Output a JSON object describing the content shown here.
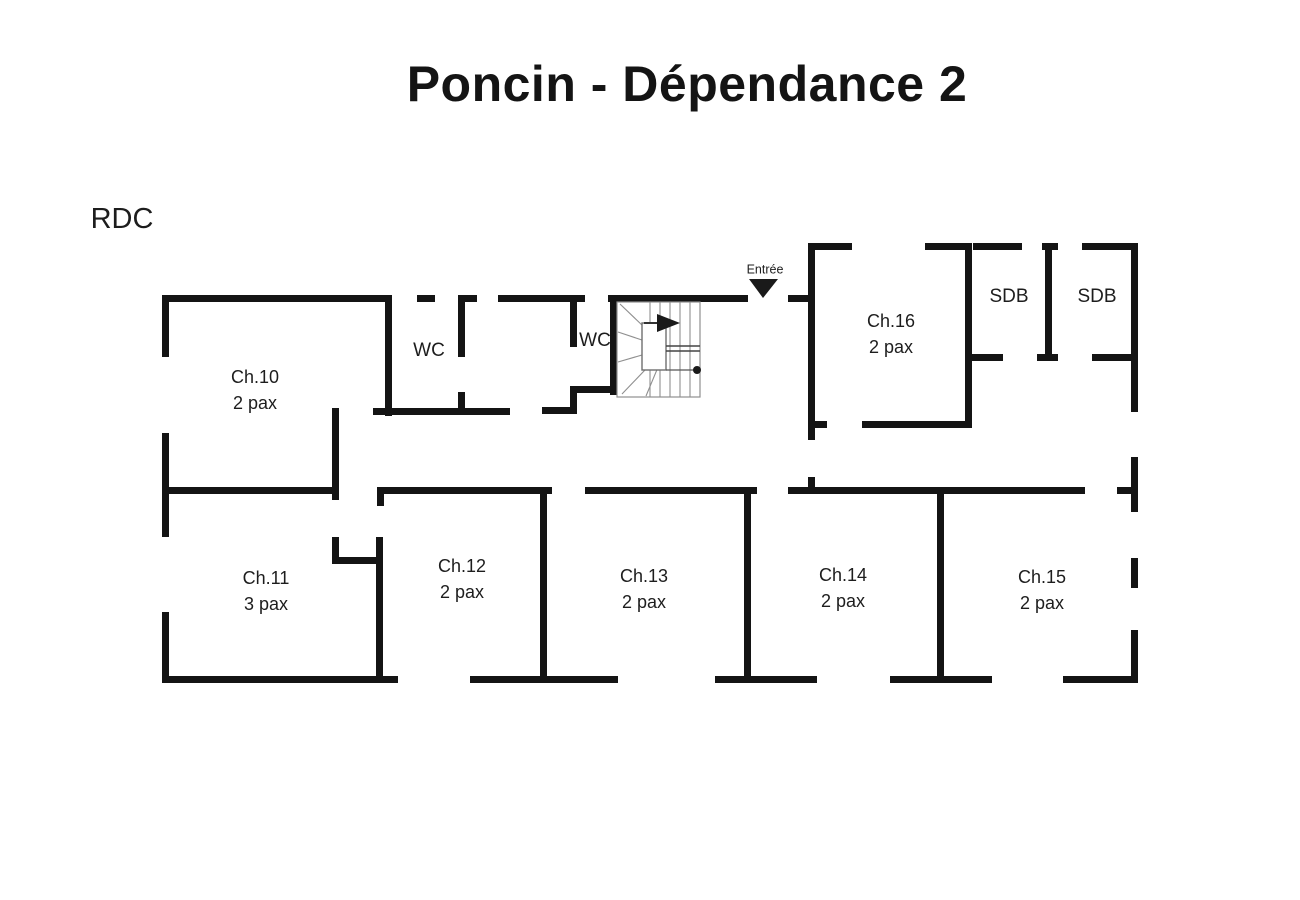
{
  "title": "Poncin - Dépendance 2",
  "floor_label": "RDC",
  "entrance_label": "Entrée",
  "rooms": [
    {
      "name": "Ch.10",
      "capacity": "2 pax"
    },
    {
      "name": "Ch.11",
      "capacity": "3 pax"
    },
    {
      "name": "Ch.12",
      "capacity": "2 pax"
    },
    {
      "name": "Ch.13",
      "capacity": "2 pax"
    },
    {
      "name": "Ch.14",
      "capacity": "2 pax"
    },
    {
      "name": "Ch.15",
      "capacity": "2 pax"
    },
    {
      "name": "Ch.16",
      "capacity": "2 pax"
    }
  ],
  "wc_labels": [
    "WC",
    "WC"
  ],
  "bathroom_labels": [
    "SDB",
    "SDB"
  ],
  "colors": {
    "wall": "#141414",
    "stair_lines": "#8f8f8f",
    "text": "#1d1d1d",
    "background": "#ffffff"
  }
}
